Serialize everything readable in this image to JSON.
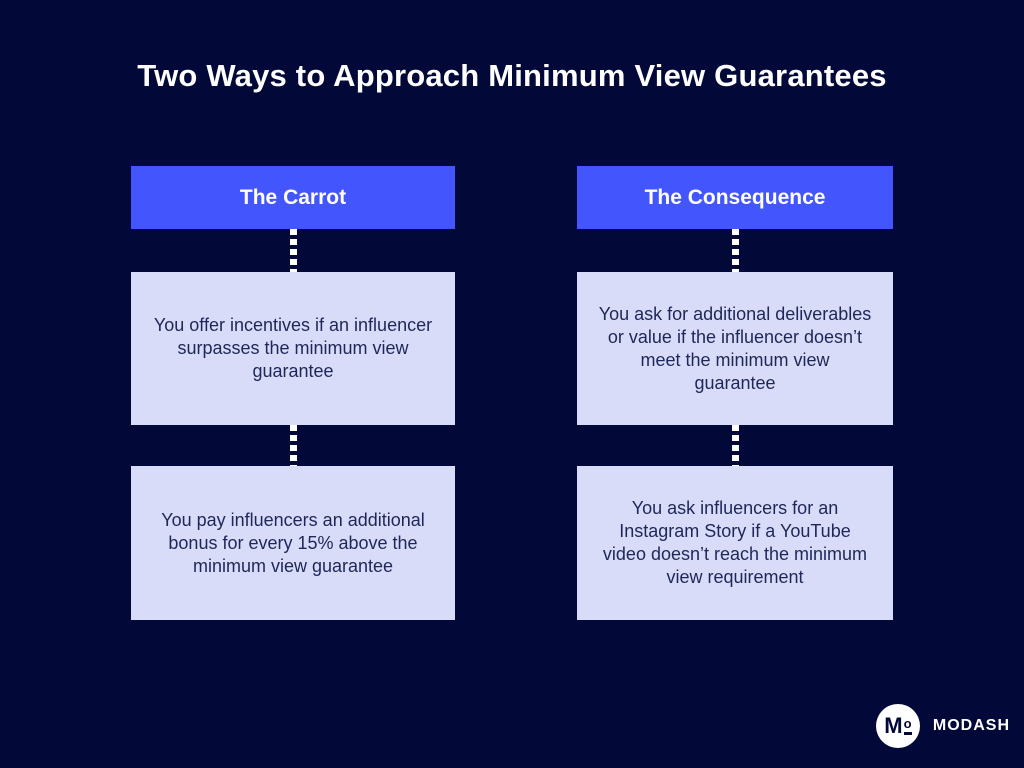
{
  "title": "Two Ways to Approach Minimum View Guarantees",
  "columns": [
    {
      "header": "The Carrot",
      "boxes": [
        "You offer incentives if an influencer\nsurpasses the minimum view\nguarantee",
        "You pay influencers an additional\nbonus for every 15% above the\nminimum view guarantee"
      ]
    },
    {
      "header": "The Consequence",
      "boxes": [
        "You ask for additional deliverables\nor value if the influencer doesn’t\nmeet the minimum view\nguarantee",
        "You ask influencers for an\nInstagram Story if a YouTube\nvideo doesn’t reach the minimum\nview requirement"
      ]
    }
  ],
  "logo": {
    "monogram_m": "M",
    "monogram_o": "o",
    "wordmark": "MODASH"
  },
  "colors": {
    "background": "#020838",
    "header_blue": "#4355FD",
    "box_lavender": "#D8DCF8",
    "box_text": "#1E2758",
    "white": "#FFFFFF"
  }
}
